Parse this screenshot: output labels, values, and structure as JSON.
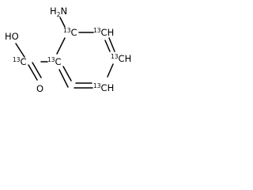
{
  "molecule": {
    "atoms": {
      "amino": {
        "element": "NH2",
        "main": "H",
        "sub": "2",
        "tail": "N"
      },
      "hydroxyl": {
        "element": "HO",
        "text": "HO"
      },
      "oxo": {
        "element": "O",
        "text": "O"
      },
      "carboxyl_carbon": {
        "isotope": "13",
        "element": "C"
      },
      "ring_c1": {
        "isotope": "13",
        "element": "C"
      },
      "ring_c2": {
        "isotope": "13",
        "element": "C"
      },
      "ring_c3": {
        "isotope": "13",
        "element": "CH"
      },
      "ring_c4": {
        "isotope": "13",
        "element": "CH"
      },
      "ring_c5": {
        "isotope": "13",
        "element": "CH"
      }
    },
    "bond_color": "#000000",
    "label_color": "#000000",
    "background": "#ffffff"
  }
}
